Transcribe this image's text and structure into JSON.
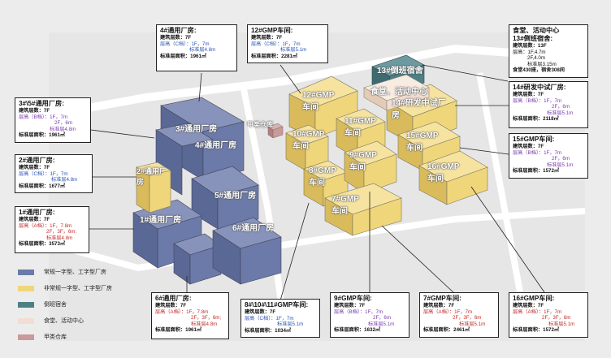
{
  "blocks": {
    "b4": "4#通用厂房",
    "b3": "3#通用厂房",
    "b2": "2#通用厂房",
    "b1": "1#通用厂房",
    "b5": "5#通用厂房",
    "b6": "6#通用厂房",
    "b12": "12#GMP车间",
    "b10": "10#GMP车间",
    "b11": "11#GMP车间",
    "b8": "8#GMP车间",
    "b9": "9#GMP车间",
    "b7": "7#GMP车间",
    "b13": "13#倒班宿舍",
    "canteen": "食堂、活动中心",
    "b14": "14#研发中试厂房",
    "b15": "15#GMP车间",
    "b16": "16#GMP车间",
    "warehouse": "甲类仓库"
  },
  "cards": {
    "c4": {
      "title": "4#通用厂房:",
      "l1": "建筑层数：7F",
      "l2a": "层高（C档）：1F，7m",
      "l3": "标准层4.8m",
      "l4": "标准层面积：1961㎡"
    },
    "c12": {
      "title": "12#GMP车间:",
      "l1": "建筑层数：7F",
      "l2a": "层高（C档）：1F，7m",
      "l3": "标准层5.1m",
      "l4": "标准层面积：2281㎡"
    },
    "c13": {
      "title1": "食堂、活动中心",
      "title2": "13#倒班宿舍:",
      "l1": "建筑层数：13F",
      "l2": "层高：1F,4.7m",
      "l3": "2F,4.0m",
      "l4": "标准层3.15m",
      "l5": "食堂430座，宿舍308间"
    },
    "c35": {
      "title": "3#\\5#通用厂房:",
      "l1": "建筑层数：7F",
      "l2a": "层高（B档）：1F，7m",
      "l3": "2F，6m",
      "l4": "标准层4.8m",
      "l5": "标准层面积：1961㎡"
    },
    "c14": {
      "title": "14#研发中试厂房:",
      "l1": "建筑层数：7F",
      "l2a": "层高（B档）：1F，7m",
      "l3": "2F，6m",
      "l4": "标准层5.1m",
      "l5": "标准层面积：2118㎡"
    },
    "c2": {
      "title": "2#通用厂房:",
      "l1": "建筑层数：7F",
      "l2a": "层高（C档）：1F，7m",
      "l3": "标准层4.8m",
      "l4": "标准层面积：1677㎡"
    },
    "c15": {
      "title": "15#GMP车间:",
      "l1": "建筑层数：7F",
      "l2a": "层高（B档）：1F，7m",
      "l3": "2F，6m",
      "l4": "标准层5.1m",
      "l5": "标准层面积：1572㎡"
    },
    "c1": {
      "title": "1#通用厂房:",
      "l1": "建筑层数：7F",
      "l2a": "层高（A档）：1F，7.8m",
      "l3": "2F，3F，6m;",
      "l4": "标准层4.8m",
      "l5": "标准层面积：3573㎡"
    },
    "c6": {
      "title": "6#通用厂房:",
      "l1": "建筑层数：7F",
      "l2a": "层高（A档）：1F，7.8m",
      "l3": "2F，3F，6m;",
      "l4": "标准层4.8m",
      "l5": "标准层面积：1961㎡"
    },
    "c8": {
      "title": "8#\\10#\\11#GMP车间:",
      "l1": "建筑层数：7F",
      "l2a": "层高（C档）：1F，7m",
      "l3": "标准层5.1m",
      "l4": "标准层面积：1034㎡"
    },
    "c9": {
      "title": "9#GMP车间:",
      "l1": "建筑层数：7F",
      "l2a": "层高（B档）：1F，7m",
      "l3": "2F，6m",
      "l4": "标准层5.1m",
      "l5": "标准层面积：1632㎡"
    },
    "c7": {
      "title": "7#GMP车间:",
      "l1": "建筑层数：7F",
      "l2a": "层高（A档）：1F，7m",
      "l3": "2F，3F，6m",
      "l4": "标准层5.1m",
      "l5": "标准层面积：2461㎡"
    },
    "c16": {
      "title": "16#GMP车间:",
      "l1": "建筑层数：7F",
      "l2a": "层高（A档）：1F，7m",
      "l3": "2F，3F，6m",
      "l4": "标准层5.1m",
      "l5": "标准层面积：1572㎡"
    }
  },
  "legend": [
    {
      "label": "常规一字型、工字型厂房",
      "color": "#6b7aa8"
    },
    {
      "label": "非常规一字型、工字型厂房",
      "color": "#f0d67a"
    },
    {
      "label": "倒班宿舍",
      "color": "#4e7f86"
    },
    {
      "label": "食堂、活动中心",
      "color": "#f2ded0"
    },
    {
      "label": "甲类仓库",
      "color": "#c99a9a"
    }
  ],
  "colors": {
    "blue": "#6b7aa8",
    "yellow": "#f0d67a",
    "teal": "#4e7f86",
    "pink": "#f2ded0",
    "rose": "#c99a9a",
    "cBlue": "#2b55b8",
    "cRed": "#c42a2a",
    "cPurple": "#7a3bb0"
  }
}
